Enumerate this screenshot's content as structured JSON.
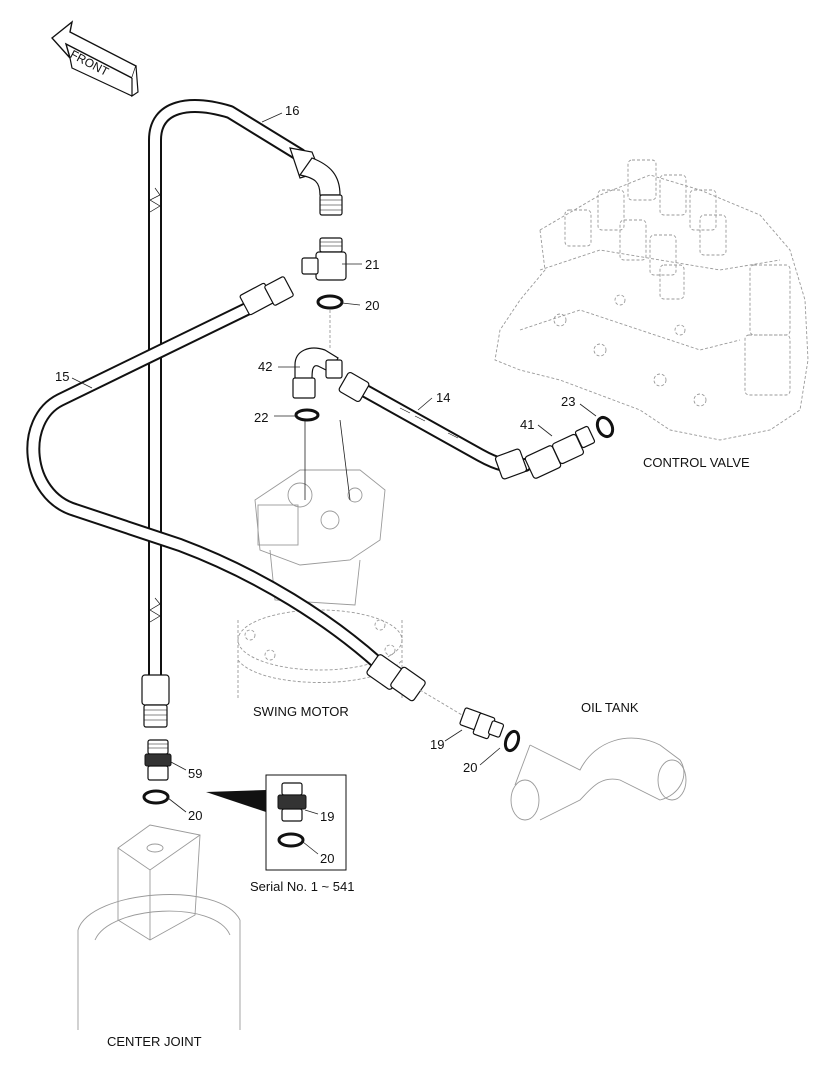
{
  "direction_label": "FRONT",
  "components": {
    "control_valve": "CONTROL VALVE",
    "swing_motor": "SWING MOTOR",
    "oil_tank": "OIL TANK",
    "center_joint": "CENTER JOINT"
  },
  "inset_note": "Serial No. 1 ~ 541",
  "callouts": {
    "c16": "16",
    "c21": "21",
    "c20a": "20",
    "c42": "42",
    "c14": "14",
    "c22": "22",
    "c15": "15",
    "c23": "23",
    "c41": "41",
    "c19a": "19",
    "c20b": "20",
    "c59": "59",
    "c20c": "20",
    "c19b": "19",
    "c20d": "20"
  }
}
